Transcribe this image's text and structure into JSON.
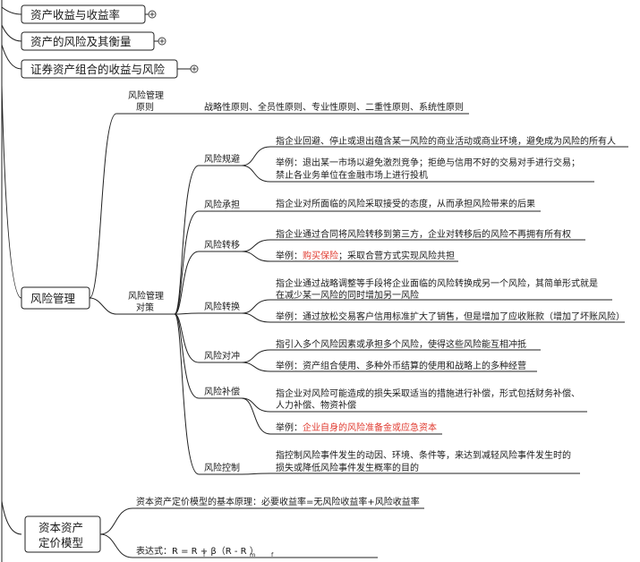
{
  "top_topics": [
    {
      "label": "资产收益与收益率"
    },
    {
      "label": "资产的风险及其衡量"
    },
    {
      "label": "证券资产组合的收益与风险"
    }
  ],
  "risk_management": {
    "label": "风险管理",
    "principles": {
      "title_line1": "风险管理",
      "title_line2": "原则",
      "text": "战略性原则、全员性原则、专业性原则、二重性原则、系统性原则"
    },
    "strategies": {
      "title_line1": "风险管理",
      "title_line2": "对策",
      "items": [
        {
          "label": "风险规避",
          "lines": [
            "指企业回避、停止或退出蕴含某一风险的商业活动或商业环境，避免成为风险的所有人",
            "举例：退出某一市场以避免激烈竞争；拒绝与信用不好的交易对手进行交易；",
            "禁止各业务单位在金融市场上进行投机"
          ]
        },
        {
          "label": "风险承担",
          "lines": [
            "指企业对所面临的风险采取接受的态度，从而承担风险带来的后果"
          ]
        },
        {
          "label": "风险转移",
          "lines": [
            "指企业通过合同将风险转移到第三方，企业对转移后的风险不再拥有所有权"
          ],
          "example_prefix": "举例：",
          "example_highlight": "购买保险",
          "example_suffix": "；采取合营方式实现风险共担"
        },
        {
          "label": "风险转换",
          "lines": [
            "指企业通过战略调整等手段将企业面临的风险转换成另一个风险，其简单形式就是",
            "在减少某一风险的同时增加另一风险",
            "举例：通过放松交易客户信用标准扩大了销售，但是增加了应收账款（增加了坏账风险）"
          ]
        },
        {
          "label": "风险对冲",
          "lines": [
            "指引入多个风险因素或承担多个风险，使得这些风险能互相冲抵",
            "举例：资产组合使用、多种外币结算的使用和战略上的多种经营"
          ]
        },
        {
          "label": "风险补偿",
          "lines": [
            "指企业对风险可能造成的损失采取适当的措施进行补偿，形式包括财务补偿、",
            "人力补偿、物资补偿"
          ],
          "example_prefix": "举例：",
          "example_highlight": "企业自身的风险准备金或应急资本"
        },
        {
          "label": "风险控制",
          "lines": [
            "指控制风险事件发生的动因、环境、条件等，来达到减轻风险事件发生时的",
            "损失或降低风险事件发生概率的目的"
          ]
        }
      ]
    }
  },
  "capm": {
    "label_line1": "资本资产",
    "label_line2": "定价模型",
    "principle": "资本资产定价模型的基本原理：必要收益率=无风险收益率+风险收益率",
    "formula": "表达式：R = R  + β（R  - R ）",
    "formula_sub_f": "f",
    "formula_sub_m": "m"
  },
  "colors": {
    "line": "#222222",
    "highlight": "#e03a2f",
    "plus_icon": "#444444"
  }
}
